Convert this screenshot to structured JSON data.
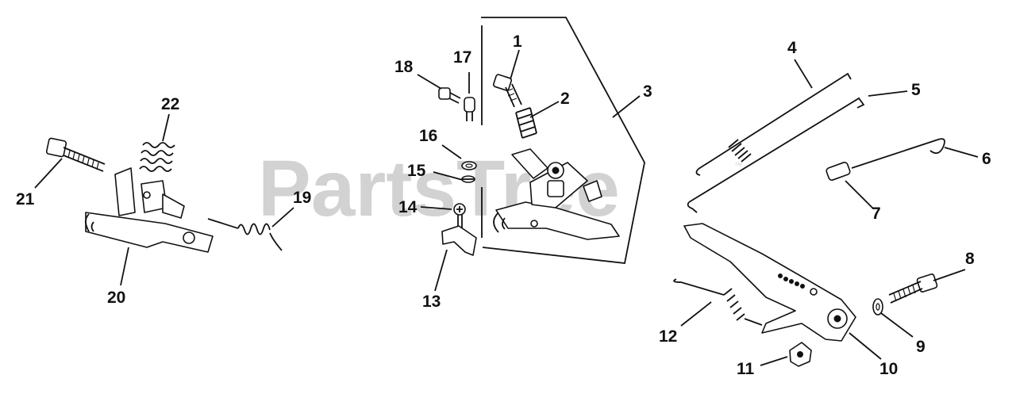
{
  "watermark": {
    "text": "PartsTree",
    "trademark": "™"
  },
  "callouts": {
    "c1": "1",
    "c2": "2",
    "c3": "3",
    "c4": "4",
    "c5": "5",
    "c6": "6",
    "c7": "7",
    "c8": "8",
    "c9": "9",
    "c10": "10",
    "c11": "11",
    "c12": "12",
    "c13": "13",
    "c14": "14",
    "c15": "15",
    "c16": "16",
    "c17": "17",
    "c18": "18",
    "c19": "19",
    "c20": "20",
    "c21": "21",
    "c22": "22"
  }
}
